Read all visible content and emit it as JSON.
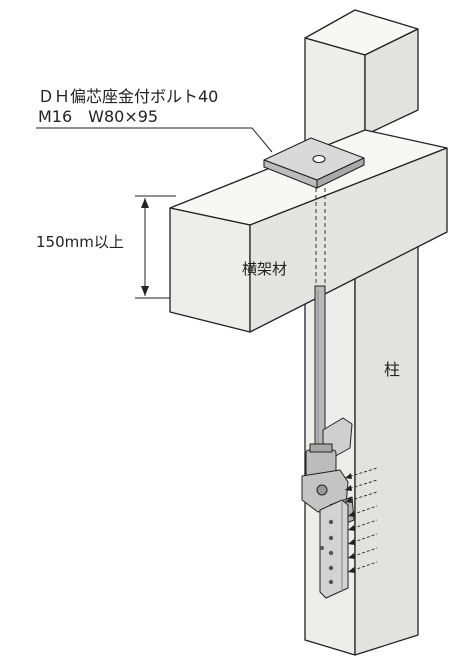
{
  "labels": {
    "product_name": "ＤＨ偏芯座金付ボルト40",
    "product_spec": "M16　W80×95",
    "dimension": "150mm以上",
    "beam": "横架材",
    "column": "柱"
  },
  "colors": {
    "line": "#222222",
    "face_light": "#f7f7f4",
    "face_mid": "#ededea",
    "face_dark": "#e2e2de",
    "washer_top": "#d9d9d9",
    "washer_side": "#bdbdbd",
    "bolt": "#b8b8b8",
    "bracket": "#cfcfcf"
  }
}
